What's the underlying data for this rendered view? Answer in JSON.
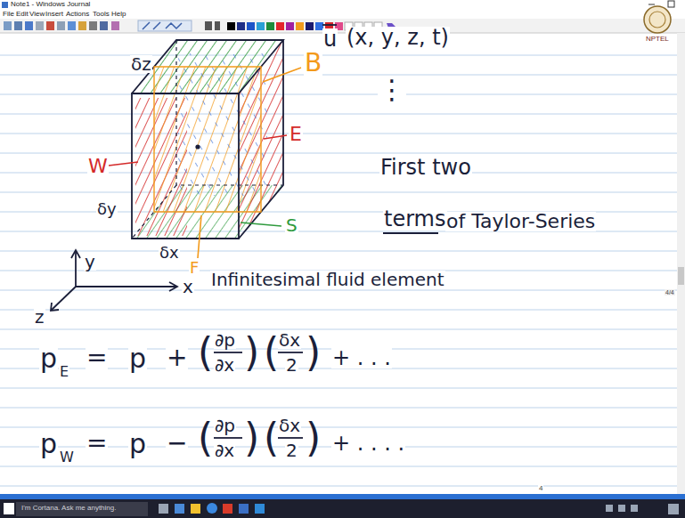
{
  "diagram": {
    "labels": [
      "Note1 - Windows Journal",
      "File",
      "Edit",
      "View",
      "Insert",
      "Actions",
      "Tools",
      "Help",
      "NPTEL",
      "δz",
      "W",
      "δy",
      "y",
      "x",
      "z",
      "δx",
      "B",
      "E",
      "S",
      "F",
      "u",
      "(x, y, z, t)",
      "⋮",
      "First two",
      "terms",
      "of Taylor-Series",
      "Infinitesimal fluid element",
      "p",
      "E",
      "=",
      "p",
      "+",
      "(",
      "∂p",
      "∂x",
      ")",
      "(",
      "δx",
      "2",
      ")",
      "+ . . .",
      "p",
      "W",
      "=",
      "p",
      "−",
      "(",
      "∂p",
      "∂x",
      ")",
      "(",
      "δx",
      "2",
      ")",
      "+ . . . .",
      "4",
      "4/4",
      "I'm Cortana. Ask me anything."
    ]
  }
}
